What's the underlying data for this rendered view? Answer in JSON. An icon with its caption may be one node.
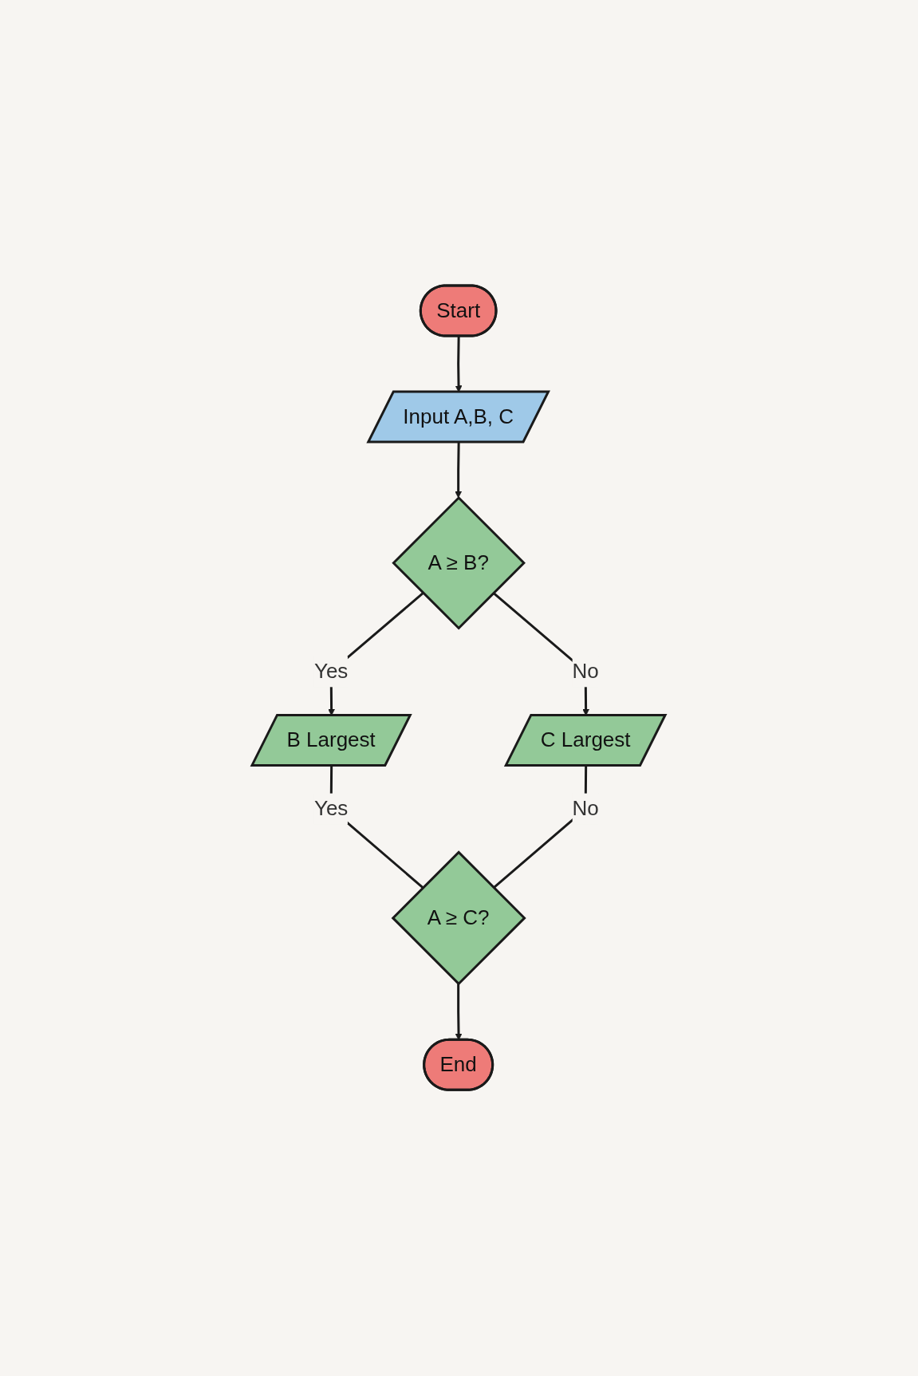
{
  "diagram": {
    "nodes": [
      {
        "text": [
          "Start"
        ]
      },
      {
        "text": [
          "Input A,B, C"
        ]
      },
      {
        "text": [
          "A ≥ B?"
        ]
      },
      {
        "text": [
          "B Largest"
        ]
      },
      {
        "text": [
          "C Largest"
        ]
      },
      {
        "text": [
          "A ≥ C?"
        ]
      },
      {
        "text": [
          "End"
        ]
      }
    ],
    "edges": [
      {
        "from": 0,
        "to": 1,
        "arrow": "to"
      },
      {
        "from": 1,
        "to": 2,
        "arrow": "to"
      },
      {
        "from": 2,
        "to": 3,
        "label": "Yes",
        "arrow": "to"
      },
      {
        "from": 2,
        "to": 4,
        "label": "No",
        "arrow": "to"
      },
      {
        "from": 3,
        "to": 5,
        "label": "Yes",
        "arrow": "none"
      },
      {
        "from": 4,
        "to": 5,
        "label": "No",
        "arrow": "none"
      },
      {
        "from": 5,
        "to": 6,
        "arrow": "to"
      }
    ]
  }
}
